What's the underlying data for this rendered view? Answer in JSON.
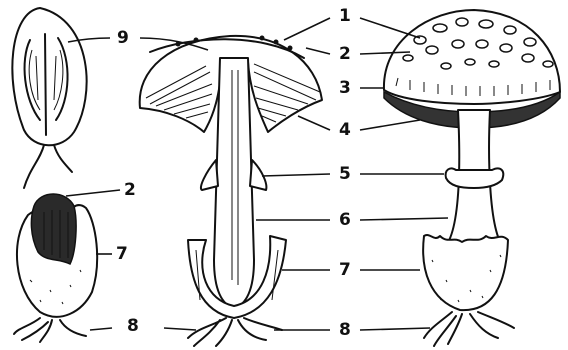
{
  "labels": {
    "n1": "1",
    "n2_top": "2",
    "n2_small": "2",
    "n3": "3",
    "n4": "4",
    "n5": "5",
    "n6": "6",
    "n7_small": "7",
    "n7": "7",
    "n8_small": "8",
    "n8": "8",
    "n9": "9"
  }
}
